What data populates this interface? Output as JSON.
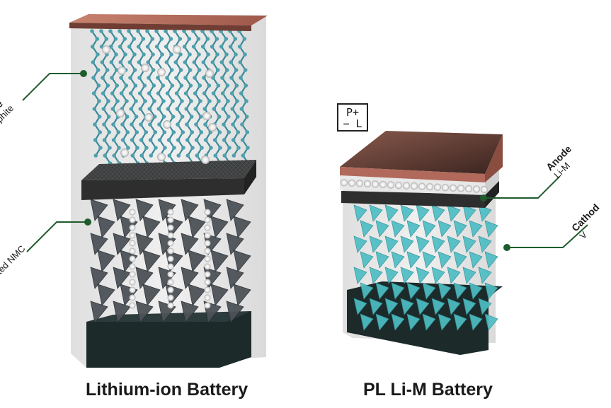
{
  "left_battery": {
    "caption": "Lithium-ion Battery",
    "anode_title": "node",
    "anode_sub": "raphite",
    "cathode_title": "hode",
    "cathode_sub": "inated NMC"
  },
  "right_battery": {
    "caption": "PL Li-M Battery",
    "logo_top": "P+",
    "logo_bottom": "− L",
    "anode_title": "Anode",
    "anode_sub": "Li-M",
    "cathode_title": "Cathod",
    "cathode_sub": "V"
  },
  "colors": {
    "callout_green": "#1f5b2c",
    "copper": "#b0695a",
    "separator": "#2e2e2e",
    "graphite_lattice": "#3a8a98",
    "nmc_crystal": "#4c5257",
    "v_crystal": "#4dbec4",
    "base": "#1d2a2a"
  }
}
